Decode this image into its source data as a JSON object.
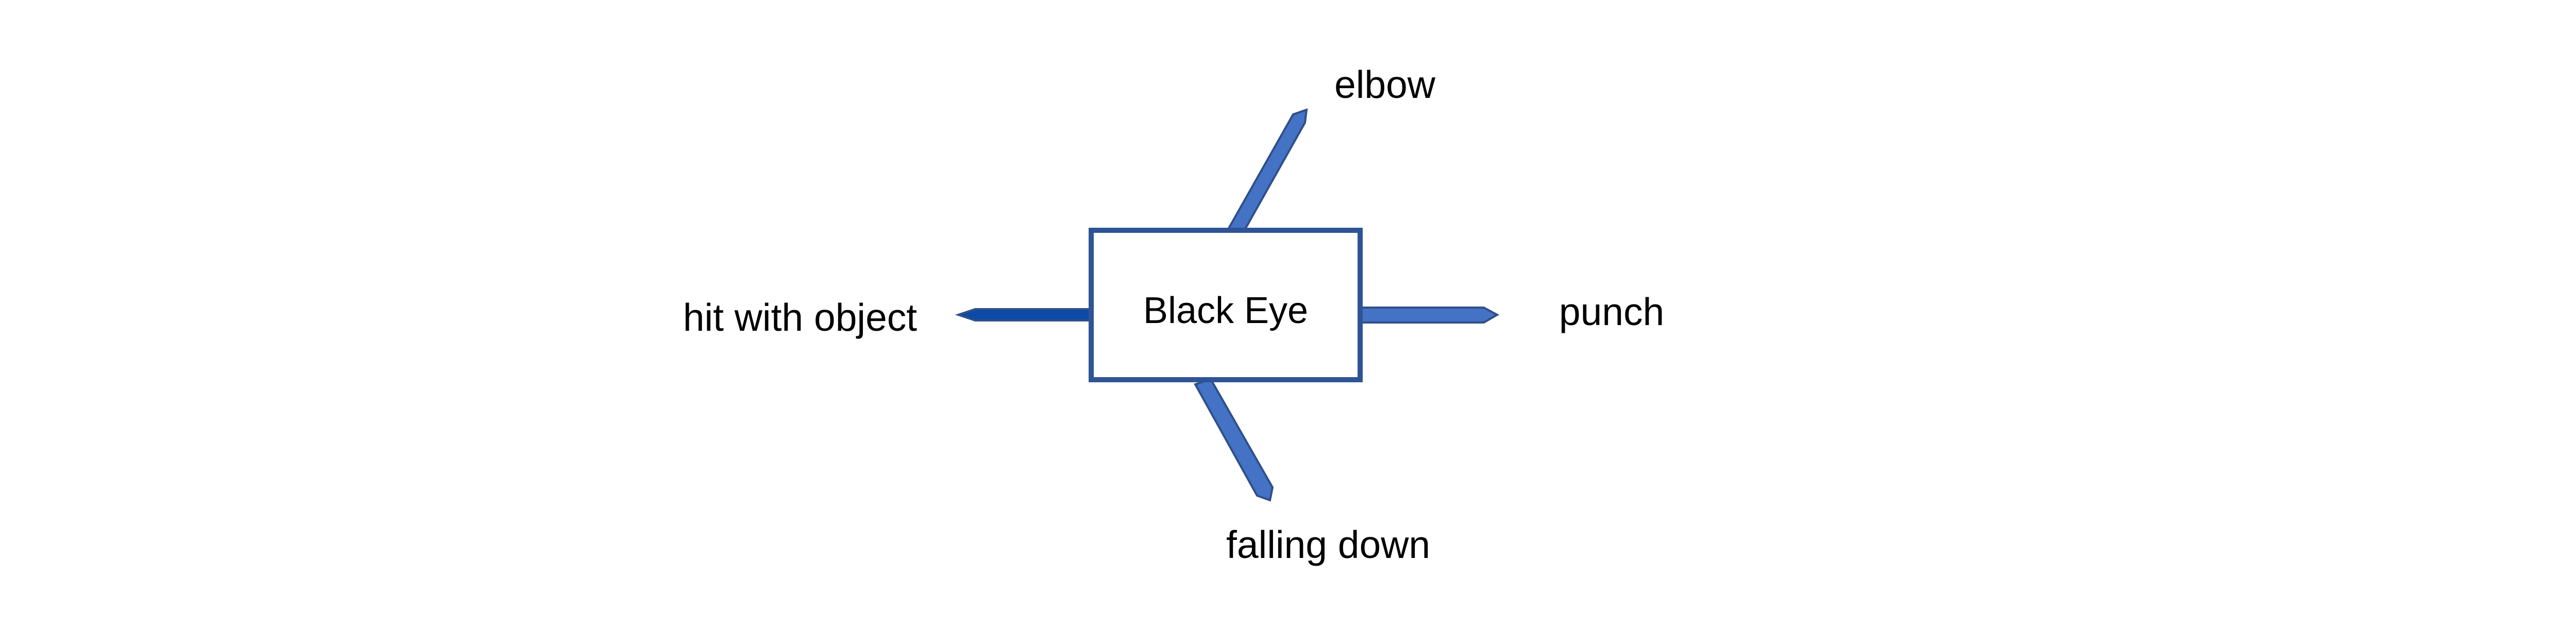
{
  "diagram": {
    "center": {
      "label": "Black Eye",
      "border_color": "#2f5496",
      "fill_color": "#ffffff"
    },
    "spoke_color": "#4472c4",
    "spoke_dark_color": "#0d4aa6",
    "spokes": [
      {
        "label": "elbow"
      },
      {
        "label": "hit with object"
      },
      {
        "label": "punch"
      },
      {
        "label": "falling down"
      }
    ]
  }
}
